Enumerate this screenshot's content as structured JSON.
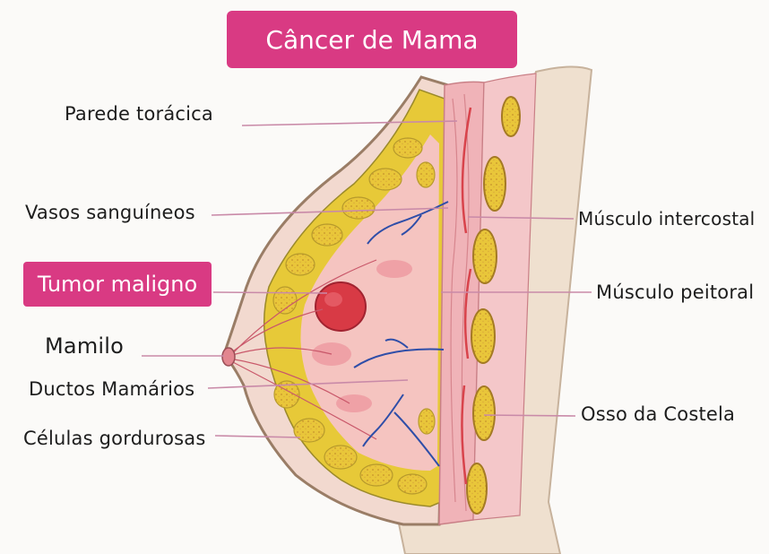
{
  "title": "Câncer de Mama",
  "accent_color": "#d93a83",
  "labels": {
    "chest_wall": "Parede torácica",
    "blood_vessels": "Vasos sanguíneos",
    "malignant_tumor": "Tumor maligno",
    "nipple": "Mamilo",
    "milk_ducts": "Ductos Mamários",
    "fat_cells": "Células gordurosas",
    "intercostal_muscle": "Músculo intercostal",
    "pectoral_muscle": "Músculo peitoral",
    "rib_bone": "Osso da Costela"
  }
}
